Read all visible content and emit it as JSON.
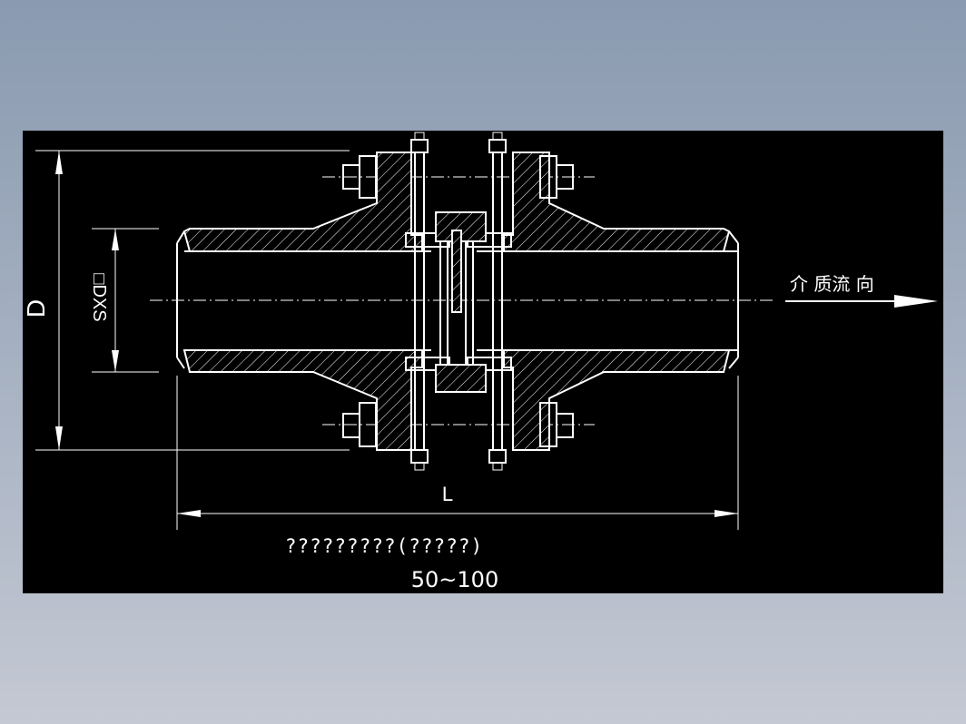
{
  "dimensions": {
    "outer_diameter_label": "D",
    "pipe_label": "□DXS",
    "length_label": "L"
  },
  "flow_label": "介 质流 向",
  "caption": "?????????(?????)",
  "range": "50~100",
  "colors": {
    "background": "#000000",
    "lines": "#ffffff",
    "frame": "#8a9ab0"
  }
}
